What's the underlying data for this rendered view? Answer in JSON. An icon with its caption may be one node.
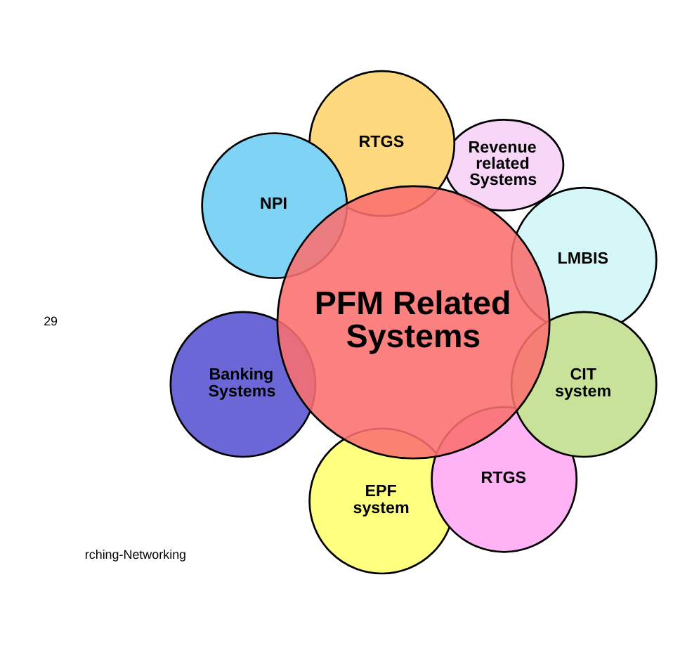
{
  "diagram": {
    "nodes": [
      {
        "text": [
          "PFM Related Systems"
        ]
      },
      {
        "text": [
          "LMBIS"
        ]
      },
      {
        "text": [
          "Revenue related Systems"
        ]
      },
      {
        "text": [
          "RTGS"
        ]
      },
      {
        "text": [
          "NPI"
        ]
      },
      {
        "text": [
          "Banking Systems"
        ]
      },
      {
        "text": [
          "EPF system"
        ]
      },
      {
        "text": [
          "RTGS"
        ]
      },
      {
        "text": [
          "CIT system"
        ]
      }
    ],
    "edges": [],
    "labels": [
      "29",
      "rching-Networking"
    ]
  }
}
